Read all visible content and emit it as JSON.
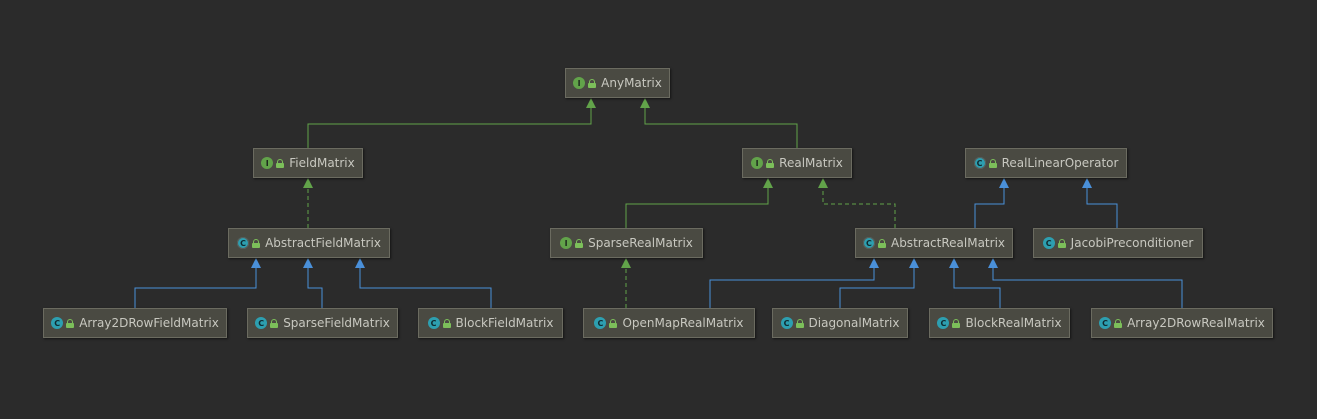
{
  "diagram": {
    "nodes": [
      {
        "id": "anymatrix",
        "label": "AnyMatrix",
        "kind": "interface",
        "badge": "I"
      },
      {
        "id": "fieldmatrix",
        "label": "FieldMatrix",
        "kind": "interface",
        "badge": "I"
      },
      {
        "id": "realmatrix",
        "label": "RealMatrix",
        "kind": "interface",
        "badge": "I"
      },
      {
        "id": "reallinearoperator",
        "label": "RealLinearOperator",
        "kind": "abstract",
        "badge": "C"
      },
      {
        "id": "abstractfieldmatrix",
        "label": "AbstractFieldMatrix",
        "kind": "abstract",
        "badge": "C"
      },
      {
        "id": "sparserealmatrix",
        "label": "SparseRealMatrix",
        "kind": "interface",
        "badge": "I"
      },
      {
        "id": "abstractrealmatrix",
        "label": "AbstractRealMatrix",
        "kind": "abstract",
        "badge": "C"
      },
      {
        "id": "jacobipreconditioner",
        "label": "JacobiPreconditioner",
        "kind": "class",
        "badge": "C"
      },
      {
        "id": "array2drowfieldmatrix",
        "label": "Array2DRowFieldMatrix",
        "kind": "class",
        "badge": "C"
      },
      {
        "id": "sparsefieldmatrix",
        "label": "SparseFieldMatrix",
        "kind": "class",
        "badge": "C"
      },
      {
        "id": "blockfieldmatrix",
        "label": "BlockFieldMatrix",
        "kind": "class",
        "badge": "C"
      },
      {
        "id": "openmaprealmatrix",
        "label": "OpenMapRealMatrix",
        "kind": "class",
        "badge": "C"
      },
      {
        "id": "diagonalmatrix",
        "label": "DiagonalMatrix",
        "kind": "class",
        "badge": "C"
      },
      {
        "id": "blockrealmatrix",
        "label": "BlockRealMatrix",
        "kind": "class",
        "badge": "C"
      },
      {
        "id": "array2drowrealmatrix",
        "label": "Array2DRowRealMatrix",
        "kind": "class",
        "badge": "C"
      }
    ],
    "edges": [
      {
        "from": "fieldmatrix",
        "to": "anymatrix",
        "type": "interface-extends"
      },
      {
        "from": "realmatrix",
        "to": "anymatrix",
        "type": "interface-extends"
      },
      {
        "from": "abstractfieldmatrix",
        "to": "fieldmatrix",
        "type": "implements"
      },
      {
        "from": "sparserealmatrix",
        "to": "realmatrix",
        "type": "interface-extends"
      },
      {
        "from": "abstractrealmatrix",
        "to": "realmatrix",
        "type": "implements"
      },
      {
        "from": "abstractrealmatrix",
        "to": "reallinearoperator",
        "type": "extends"
      },
      {
        "from": "jacobipreconditioner",
        "to": "reallinearoperator",
        "type": "extends"
      },
      {
        "from": "array2drowfieldmatrix",
        "to": "abstractfieldmatrix",
        "type": "extends"
      },
      {
        "from": "sparsefieldmatrix",
        "to": "abstractfieldmatrix",
        "type": "extends"
      },
      {
        "from": "blockfieldmatrix",
        "to": "abstractfieldmatrix",
        "type": "extends"
      },
      {
        "from": "openmaprealmatrix",
        "to": "sparserealmatrix",
        "type": "implements"
      },
      {
        "from": "openmaprealmatrix",
        "to": "abstractrealmatrix",
        "type": "extends"
      },
      {
        "from": "diagonalmatrix",
        "to": "abstractrealmatrix",
        "type": "extends"
      },
      {
        "from": "blockrealmatrix",
        "to": "abstractrealmatrix",
        "type": "extends"
      },
      {
        "from": "array2drowrealmatrix",
        "to": "abstractrealmatrix",
        "type": "extends"
      }
    ]
  },
  "colors": {
    "background": "#2b2b2b",
    "interface_edge": "#62a34a",
    "class_edge": "#4a90d9",
    "node_fill": "#4a4a42",
    "node_border": "#6b6b60",
    "label": "#c8c8c0"
  }
}
